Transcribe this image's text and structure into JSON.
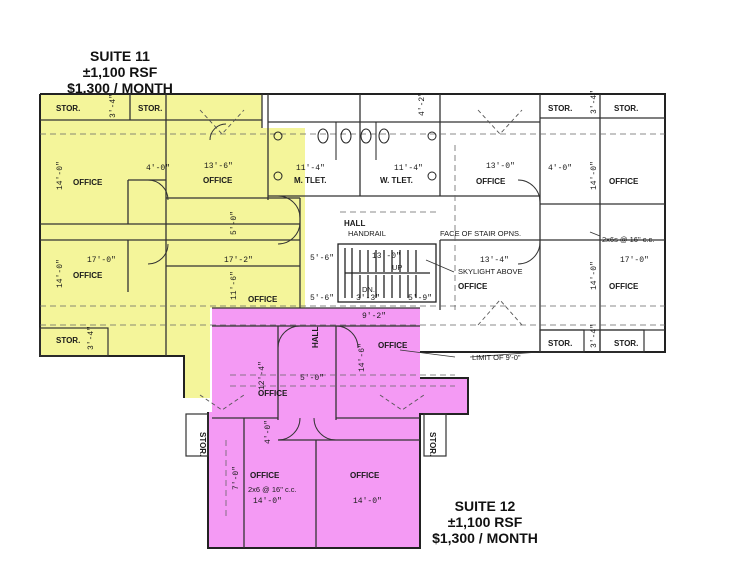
{
  "suite11": {
    "name": "SUITE 11",
    "area": "±1,100 RSF",
    "price": "$1,300 / MONTH",
    "fill": "#f4f59a"
  },
  "suite12": {
    "name": "SUITE 12",
    "area": "±1,100 RSF",
    "price": "$1,300 / MONTH",
    "fill": "#f49af4"
  },
  "rooms": {
    "office": "OFFICE",
    "stor": "STOR.",
    "m_tlet": "M. TLET.",
    "w_tlet": "W. TLET.",
    "hall": "HALL",
    "hall_v": "HALL"
  },
  "dims": {
    "d_3_4": "3'-4\"",
    "d_14_0": "14'-0\"",
    "d_4_0": "4'-0\"",
    "d_13_6": "13'-6\"",
    "d_17_0": "17'-0\"",
    "d_17_2": "17'-2\"",
    "d_5_0": "5'-0\"",
    "d_11_6": "11'-6\"",
    "d_11_4": "11'-4\"",
    "d_4_2": "4'-2\"",
    "d_13_0": "13'-0\"",
    "d_13_4": "13'-4\"",
    "d_5_6": "5'-6\"",
    "d_3_3": "3'-3\"",
    "d_5_9": "5'-9\"",
    "d_9_2": "9'-2\"",
    "d_12_4": "12'-4\"",
    "d_14_6": "14'-6\"",
    "d_13_0b": "13'-0\"",
    "d_7_0": "7'-0\""
  },
  "notes": {
    "handrail": "HANDRAIL",
    "face_of_stair": "FACE OF STAIR OPNS.",
    "skylight": "SKYLIGHT ABOVE",
    "limit": "LIMIT OF 9'-0\"",
    "joists_right": "2x6s @ 16\" c.c.",
    "joists_bottom": "2x6 @ 16\" c.c.",
    "up": "UP",
    "dn": "DN."
  }
}
